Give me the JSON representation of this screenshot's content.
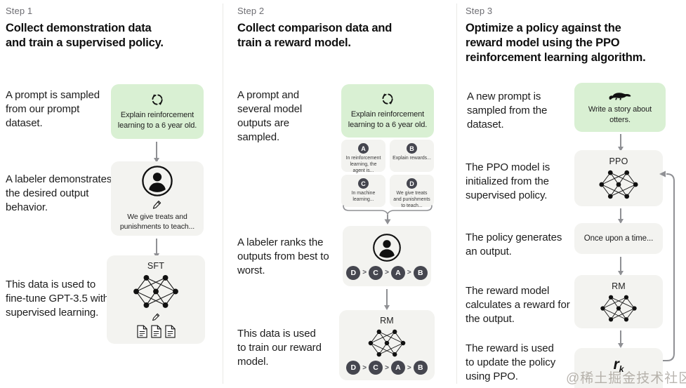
{
  "ui": {
    "gt": ">"
  },
  "watermark": "@稀土掘金技术社区",
  "step1": {
    "label": "Step 1",
    "title": "Collect demonstration data and train a supervised policy.",
    "text_prompt": "A prompt is sampled from our prompt dataset.",
    "text_labeler": "A labeler demonstrates the desired output behavior.",
    "text_finetune": "This data is used to fine-tune GPT-3.5 with supervised learning.",
    "prompt": "Explain reinforcement learning to a 6 year old.",
    "demonstration": "We give treats and punishments to teach...",
    "model_label": "SFT"
  },
  "step2": {
    "label": "Step 2",
    "title": "Collect comparison data and train a reward model.",
    "text_sampled": "A prompt and several model outputs are sampled.",
    "text_ranks": "A labeler ranks the outputs from best to worst.",
    "text_train": "This data is used to train our reward model.",
    "prompt": "Explain reinforcement learning to a 6 year old.",
    "outputs": [
      {
        "badge": "A",
        "text": "In reinforcement learning, the agent is..."
      },
      {
        "badge": "B",
        "text": "Explain rewards..."
      },
      {
        "badge": "C",
        "text": "In machine learning..."
      },
      {
        "badge": "D",
        "text": "We give treats and punishments to teach..."
      }
    ],
    "ranking": [
      "D",
      "C",
      "A",
      "B"
    ],
    "model_label": "RM"
  },
  "step3": {
    "label": "Step 3",
    "title": "Optimize a policy against the reward model using the PPO reinforcement learning algorithm.",
    "text_new_prompt": "A new prompt is sampled from the dataset.",
    "text_init": "The PPO model is initialized from the supervised policy.",
    "text_generates": "The policy generates an output.",
    "text_reward": "The reward model calculates a reward for the output.",
    "text_update": "The reward is used to update the policy using PPO.",
    "prompt": "Write a story about otters.",
    "policy_label": "PPO",
    "output_text": "Once upon a time...",
    "rm_label": "RM",
    "reward_base": "r",
    "reward_sub": "k"
  }
}
